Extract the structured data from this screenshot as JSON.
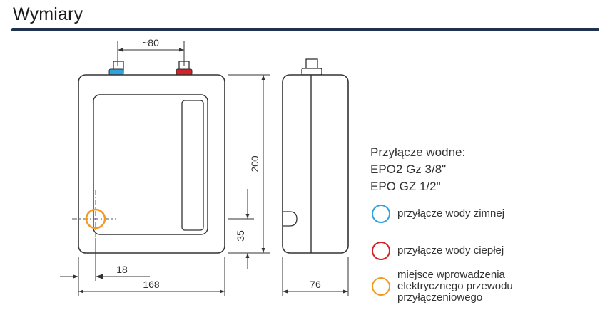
{
  "header": {
    "title": "Wymiary"
  },
  "dimensions": {
    "connector_spacing": "~80",
    "height": "200",
    "connector_height": "35",
    "connector_offset": "18",
    "width": "168",
    "depth": "76"
  },
  "spec": {
    "heading": "Przyłącze wodne:",
    "lines": [
      "EPO2  Gz 3/8\"",
      "EPO  GZ 1/2\""
    ]
  },
  "legend": {
    "items": [
      {
        "label": "przyłącze wody zimnej",
        "color": "#2ea3dc"
      },
      {
        "label": "przyłącze wody ciepłej",
        "color": "#d42027"
      },
      {
        "label": "miejsce wprowadzenia elektrycznego przewodu przyłączeniowego",
        "color": "#f39a1f"
      }
    ]
  },
  "colors": {
    "title_rule": "#1f3350",
    "cold_water": "#2ea3dc",
    "hot_water": "#d42027",
    "electrical": "#f39a1f",
    "outline": "#333333"
  }
}
